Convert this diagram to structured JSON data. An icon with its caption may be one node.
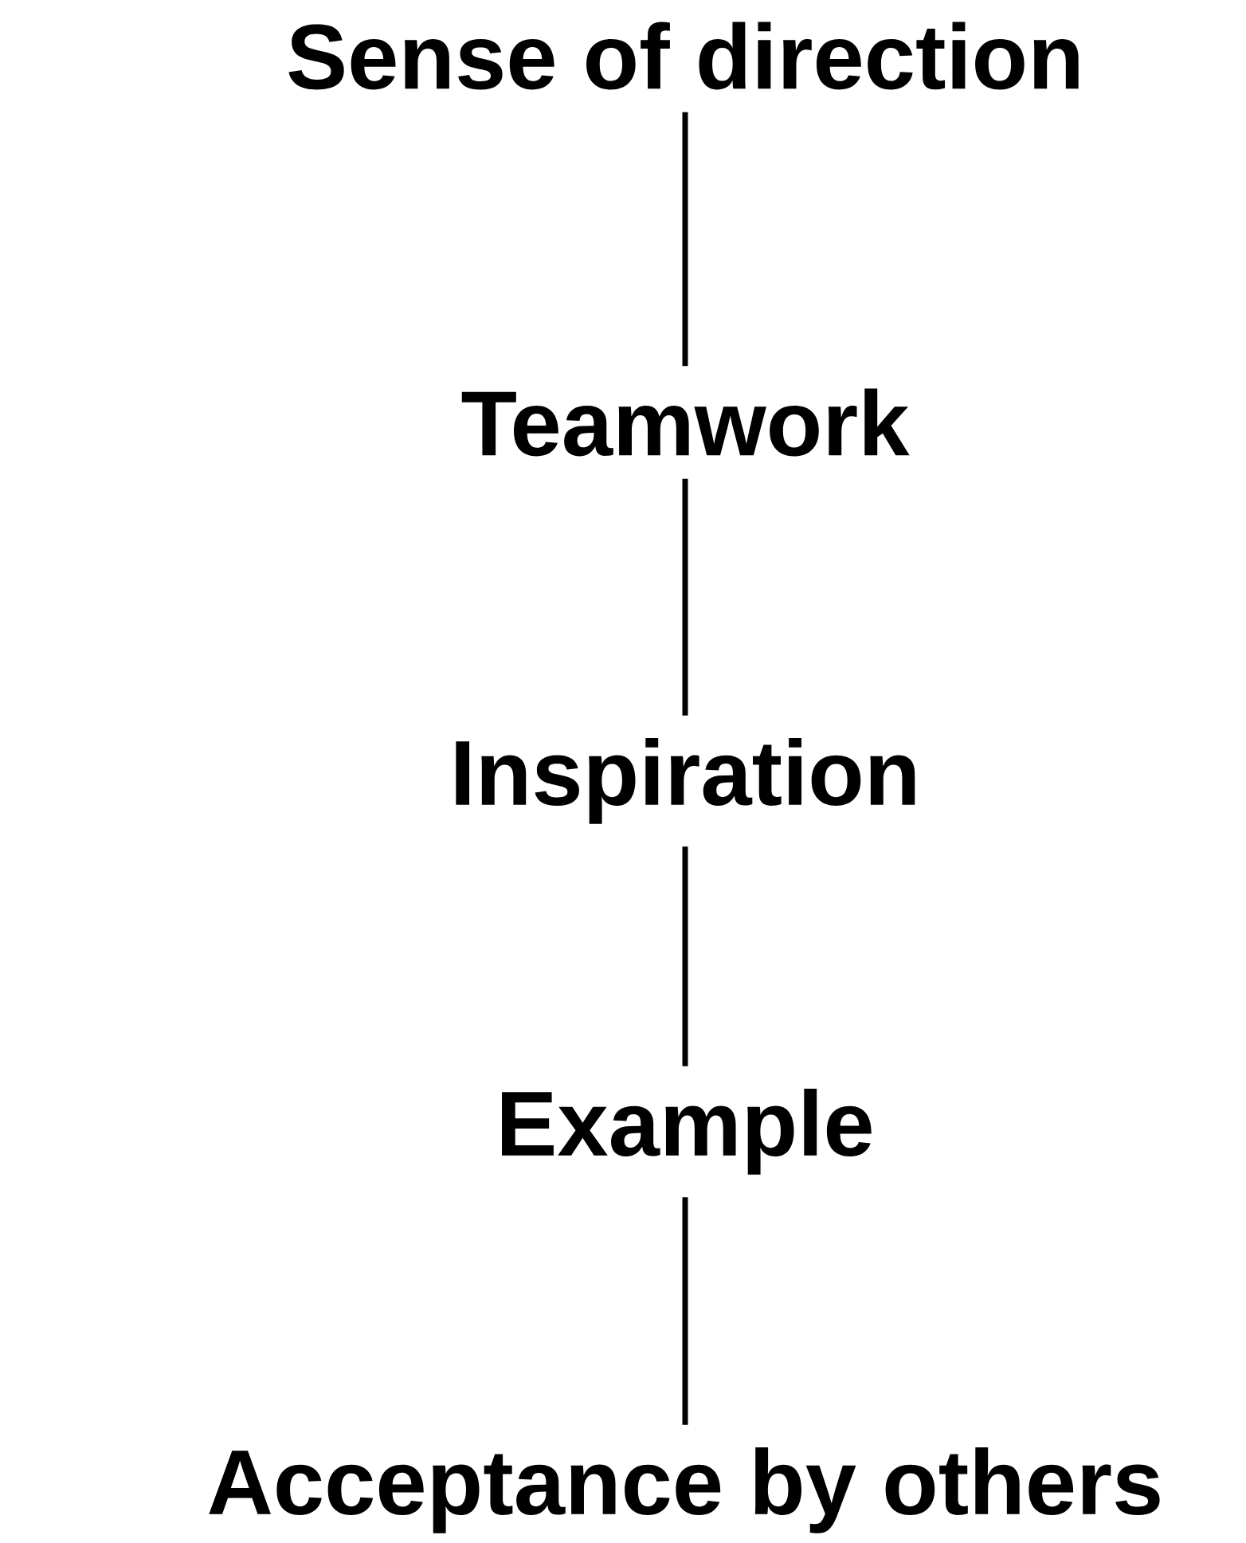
{
  "diagram": {
    "nodes": [
      {
        "text": [
          "Sense of direction"
        ]
      },
      {
        "text": [
          "Teamwork"
        ]
      },
      {
        "text": [
          "Inspiration"
        ]
      },
      {
        "text": [
          "Example"
        ]
      },
      {
        "text": [
          "Acceptance by others"
        ]
      }
    ],
    "edges": [
      {
        "from": 0,
        "to": 1,
        "arrow": "none"
      },
      {
        "from": 1,
        "to": 2,
        "arrow": "none"
      },
      {
        "from": 2,
        "to": 3,
        "arrow": "none"
      },
      {
        "from": 3,
        "to": 4,
        "arrow": "none"
      }
    ]
  }
}
